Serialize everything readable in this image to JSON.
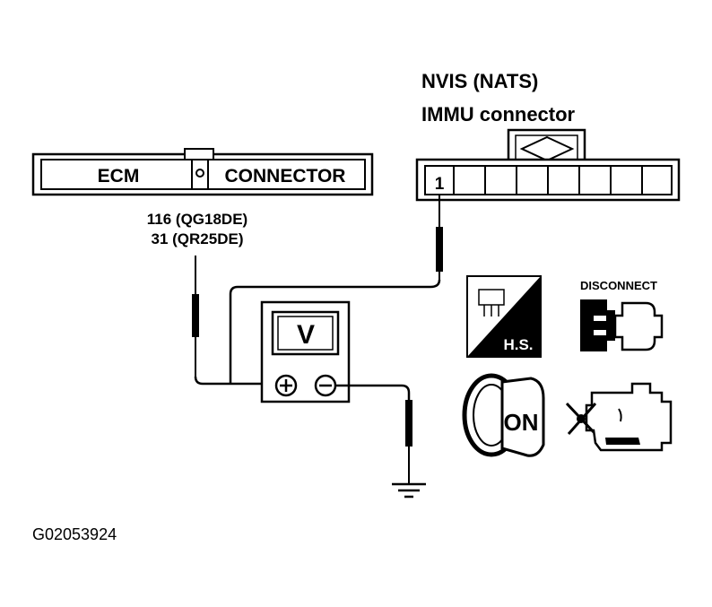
{
  "ecm_connector": {
    "left_label": "ECM",
    "right_label": "CONNECTOR",
    "pin_line_1": "116 (QG18DE)",
    "pin_line_2": "31 (QR25DE)"
  },
  "immu_connector": {
    "title_line_1": "NVIS (NATS)",
    "title_line_2": "IMMU connector",
    "pin_number": "1"
  },
  "voltmeter": {
    "display": "V",
    "positive_symbol": "+",
    "negative_symbol": "−"
  },
  "icons": {
    "harness_side_label": "H.S.",
    "disconnect_label": "DISCONNECT",
    "ignition_label": "ON",
    "names": [
      "harness-side-icon",
      "disconnect-icon",
      "ignition-on-icon",
      "engine-off-icon",
      "ground-icon"
    ]
  },
  "figure_id": "G02053924"
}
